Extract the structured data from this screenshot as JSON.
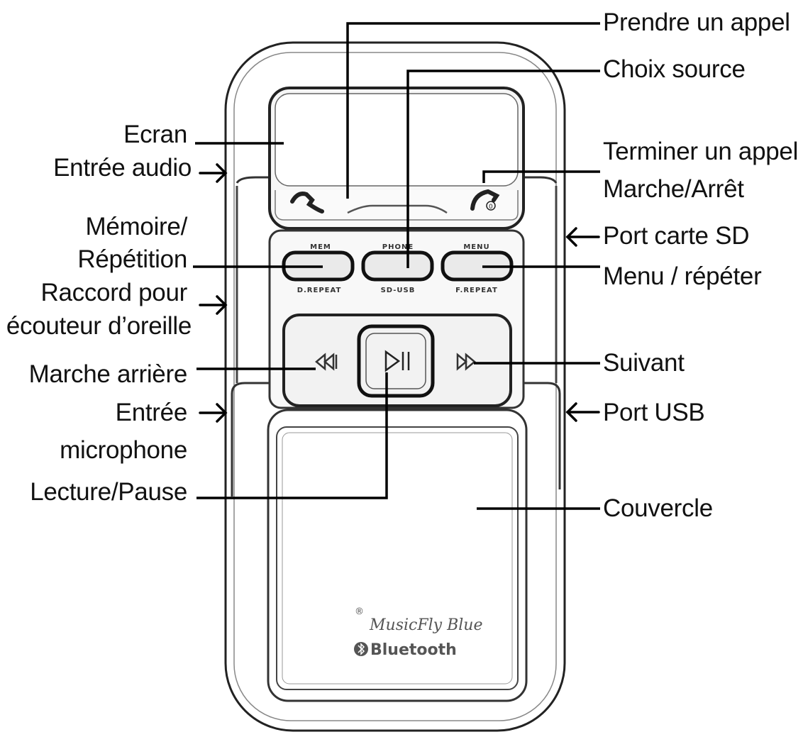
{
  "labels": {
    "prendre_appel": "Prendre un appel",
    "choix_source": "Choix source",
    "ecran": "Ecran",
    "terminer_appel": "Terminer un appel",
    "entree_audio": "Entrée audio",
    "marche_arret": "Marche/Arrêt",
    "port_sd": "Port carte SD",
    "memoire_1": "Mémoire/",
    "memoire_2": "Répétition",
    "menu_repeter": "Menu / répéter",
    "raccord_1": "Raccord pour",
    "raccord_2": "écouteur d’oreille",
    "suivant": "Suivant",
    "marche_arriere": "Marche arrière",
    "entree_micro_1": "Entrée",
    "entree_micro_2": "microphone",
    "port_usb": "Port USB",
    "lecture_pause": "Lecture/Pause",
    "couvercle": "Couvercle"
  },
  "device": {
    "btn_mem_top": "MEM",
    "btn_mem_bottom": "D.REPEAT",
    "btn_phone_top": "PHONE",
    "btn_phone_bottom": "SD-USB",
    "btn_menu_top": "MENU",
    "btn_menu_bottom": "F.REPEAT",
    "brand_mark": "®",
    "brand_name": "MusicFly Blue",
    "bluetooth": "Bluetooth"
  }
}
